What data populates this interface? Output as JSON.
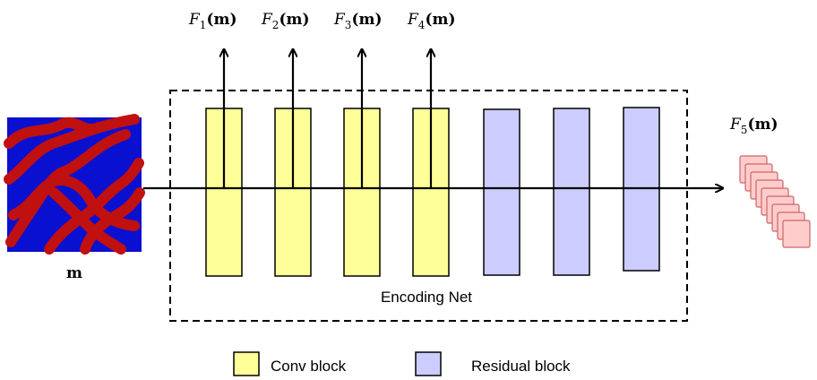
{
  "colors": {
    "conv": "#ffff99",
    "residual": "#ccccff",
    "map_background": "#0a10d0",
    "map_channels": "#c01010",
    "feature_fill": "#ffcccc",
    "feature_stroke": "#cc6666"
  },
  "outputs": [
    {
      "fn": "F",
      "sub": "1",
      "arg": "(m)"
    },
    {
      "fn": "F",
      "sub": "2",
      "arg": "(m)"
    },
    {
      "fn": "F",
      "sub": "3",
      "arg": "(m)"
    },
    {
      "fn": "F",
      "sub": "4",
      "arg": "(m)"
    }
  ],
  "final_output": {
    "fn": "F",
    "sub": "5",
    "arg": "(m)"
  },
  "input_label": "m",
  "net_label": "Encoding Net",
  "blocks": [
    "conv",
    "conv",
    "conv",
    "conv",
    "residual",
    "residual",
    "residual"
  ],
  "legend": {
    "conv": "Conv block",
    "residual": "Residual block"
  }
}
